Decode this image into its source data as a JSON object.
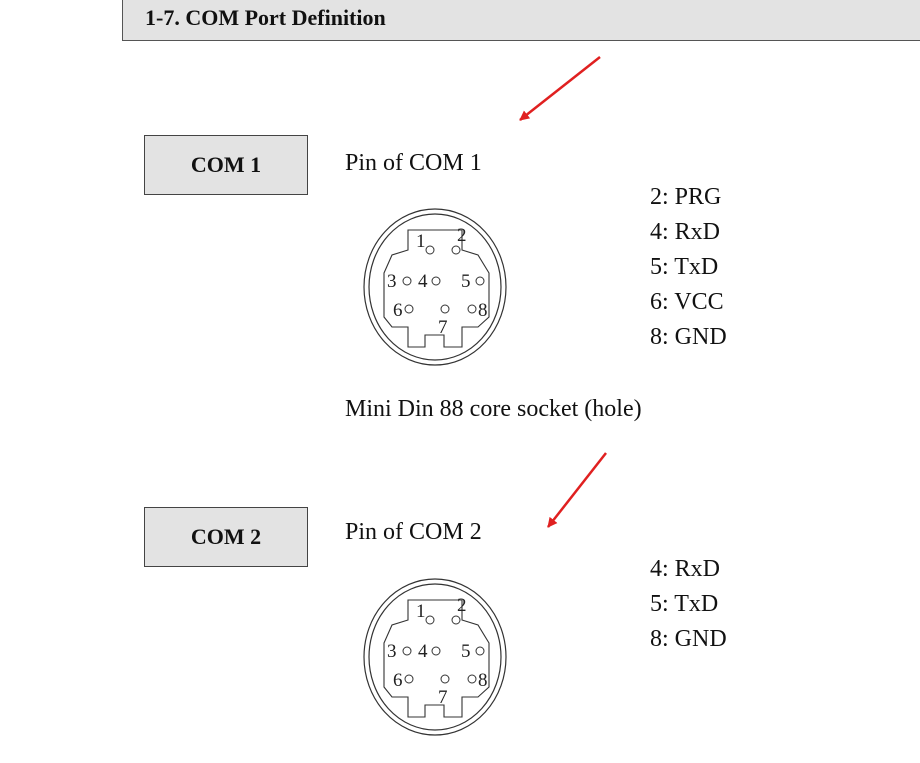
{
  "section": {
    "title": "1-7. COM Port Definition"
  },
  "com1": {
    "label": "COM 1",
    "pin_title": "Pin of COM 1",
    "pins": [
      "2: PRG",
      "4: RxD",
      "5: TxD",
      "6: VCC",
      "8: GND"
    ]
  },
  "socket_caption": "Mini Din 88 core socket (hole)",
  "com2": {
    "label": "COM 2",
    "pin_title": "Pin of COM 2",
    "pins": [
      "4: RxD",
      "5: TxD",
      "8: GND"
    ]
  },
  "connector": {
    "pin_numbers": [
      "1",
      "2",
      "3",
      "4",
      "5",
      "6",
      "7",
      "8"
    ]
  },
  "colors": {
    "arrow": "#e02020",
    "box_fill": "#e3e3e3"
  }
}
